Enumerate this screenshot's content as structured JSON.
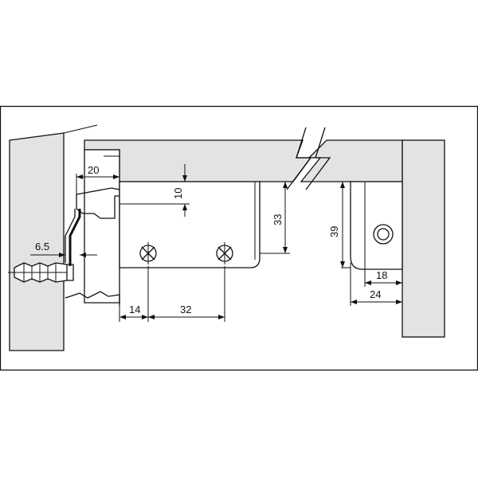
{
  "dimensions": {
    "d20": "20",
    "d10": "10",
    "d33": "33",
    "d39": "39",
    "d6_5": "6.5",
    "d14": "14",
    "d32": "32",
    "d18": "18",
    "d24": "24"
  },
  "colors": {
    "line": "#111111",
    "wall_fill": "#e3e3e3",
    "background": "#ffffff"
  }
}
